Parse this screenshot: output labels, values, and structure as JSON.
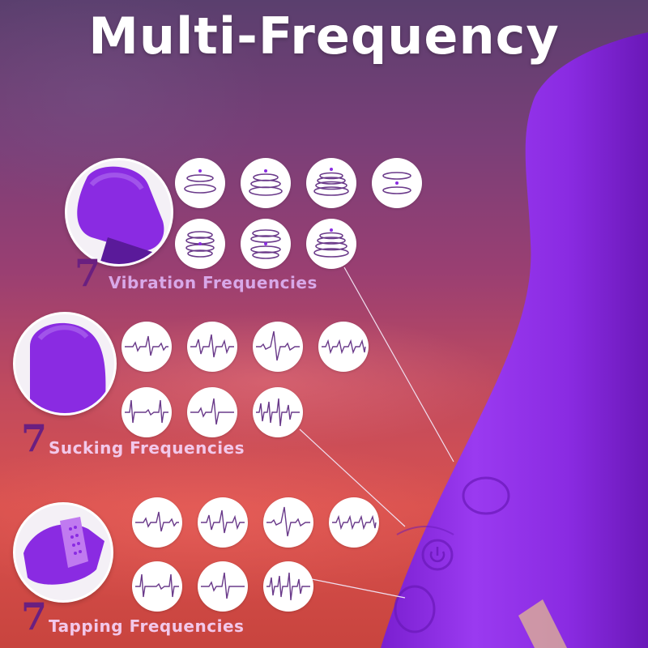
{
  "title": "Multi-Frequency",
  "colors": {
    "accent_purple": "#8a2be2",
    "number_color": "#6a1f80",
    "label_color": "#e8b8f0",
    "icon_stroke": "#6a3a8a"
  },
  "sections": [
    {
      "count": "7",
      "label": "Vibration Frequencies",
      "icon_type": "vibration-pattern-icon"
    },
    {
      "count": "7",
      "label": "Sucking Frequencies",
      "icon_type": "waveform-icon"
    },
    {
      "count": "7",
      "label": "Tapping Frequencies",
      "icon_type": "waveform-icon"
    }
  ]
}
